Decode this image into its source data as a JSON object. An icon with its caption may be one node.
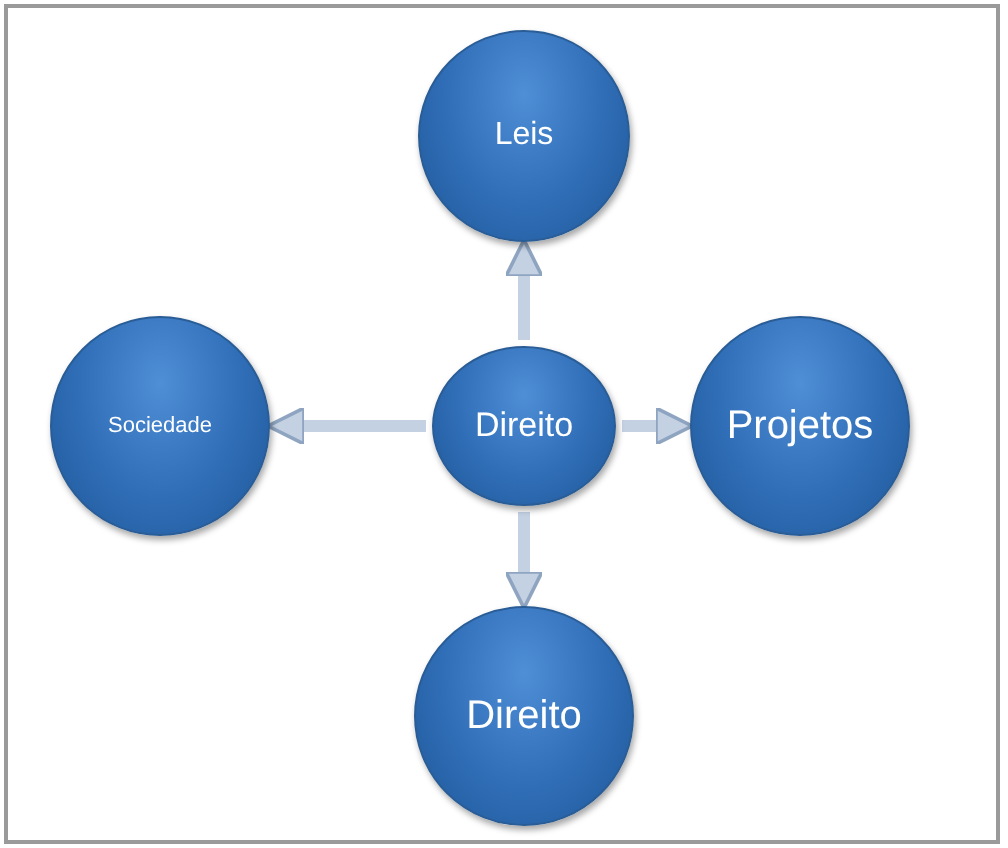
{
  "diagram": {
    "nodes": [
      {
        "text": [
          "Direito"
        ]
      },
      {
        "text": [
          "Leis"
        ]
      },
      {
        "text": [
          "Sociedade"
        ]
      },
      {
        "text": [
          "Projetos"
        ]
      },
      {
        "text": [
          "Direito"
        ]
      }
    ],
    "edges": [
      {
        "from": 0,
        "to": 1,
        "arrow": "to"
      },
      {
        "from": 0,
        "to": 2,
        "arrow": "to"
      },
      {
        "from": 0,
        "to": 3,
        "arrow": "to"
      },
      {
        "from": 0,
        "to": 4,
        "arrow": "to"
      }
    ]
  }
}
